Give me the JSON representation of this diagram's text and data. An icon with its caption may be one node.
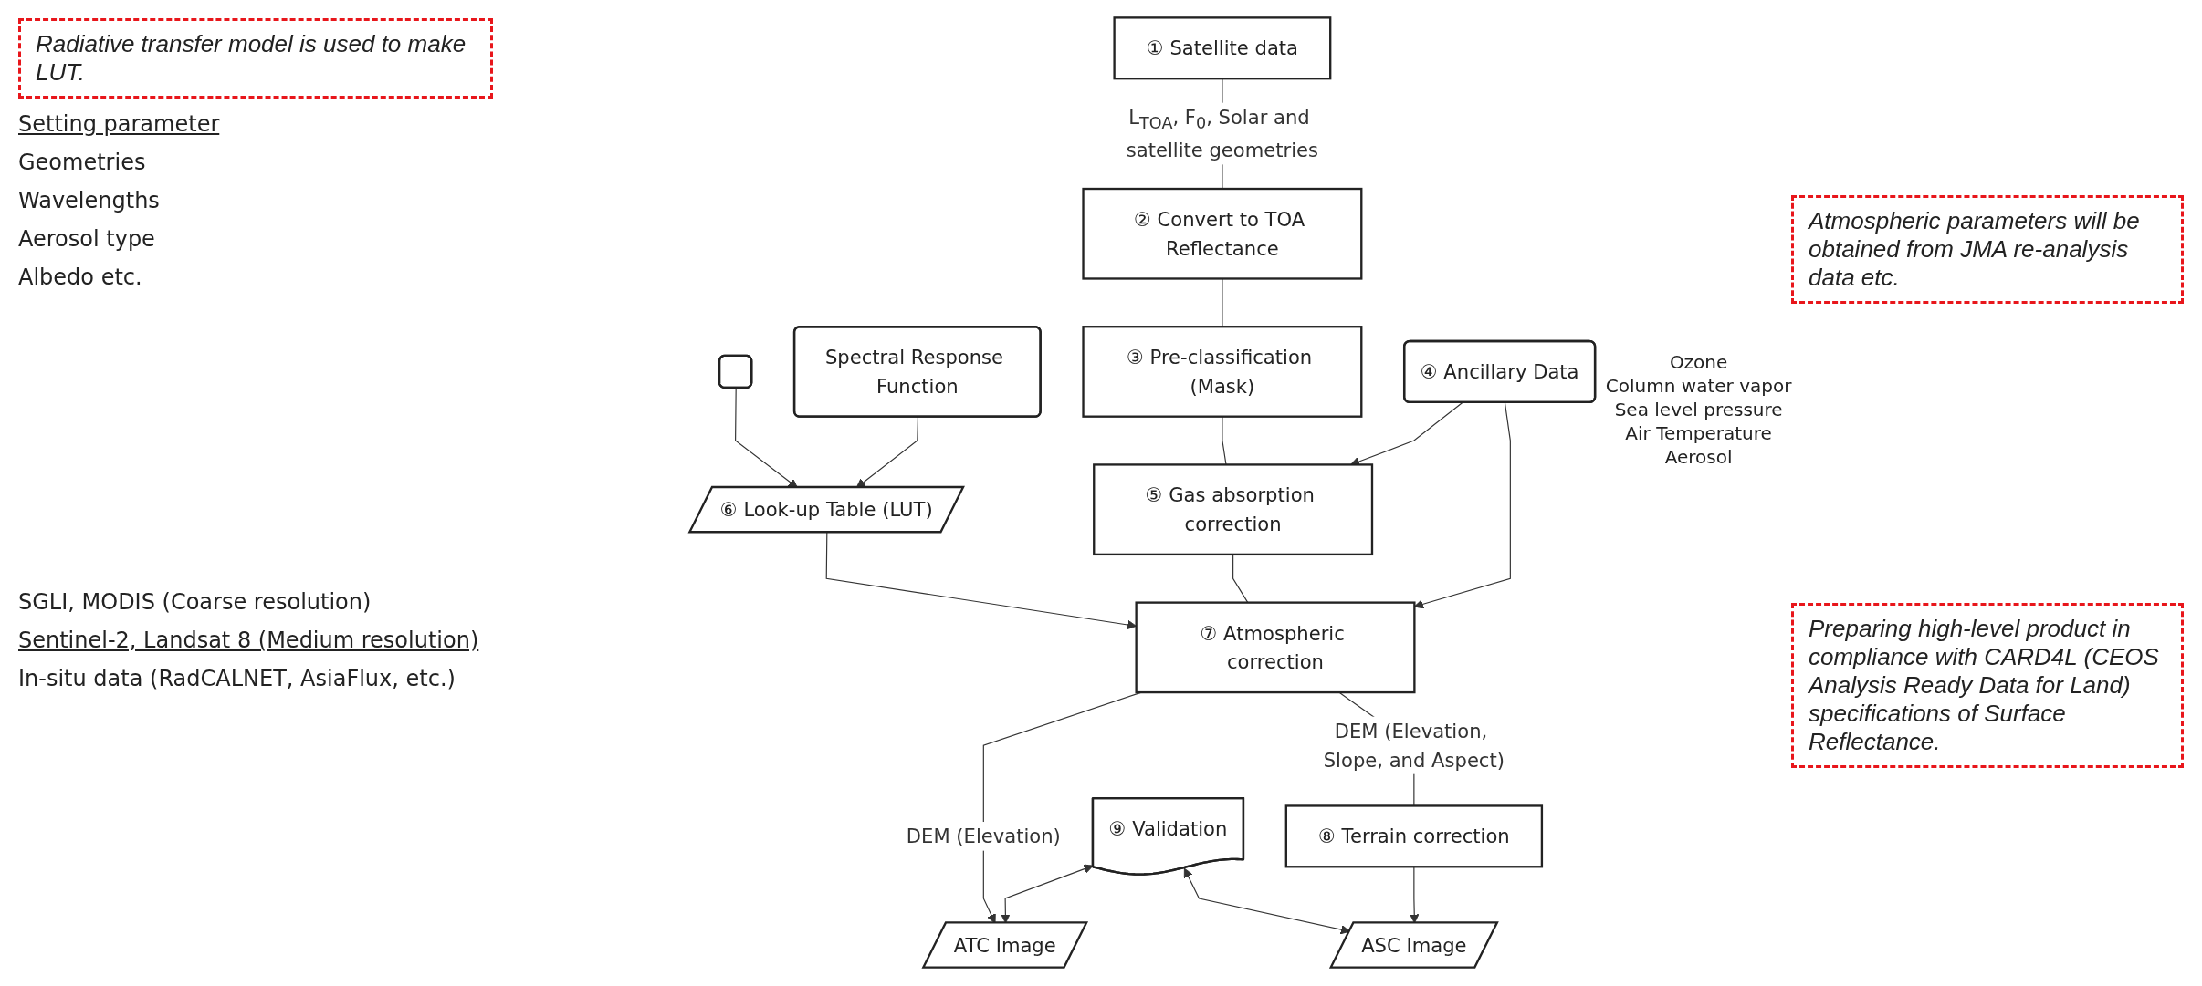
{
  "diagram": {
    "nodes": [
      {
        "text": [
          "① Satellite data"
        ]
      },
      {
        "text": [
          "② Convert to TOA Reflectance"
        ]
      },
      {
        "text": [],
        "shape": "box"
      },
      {
        "text": [
          "Spectral Response Function"
        ]
      },
      {
        "text": [
          "③ Pre-classification (Mask)"
        ]
      },
      {
        "text": [
          "⑥ Look-up Table (LUT)"
        ]
      },
      {
        "text": [
          "④ Ancillary Data"
        ],
        "beside": [
          "Ozone",
          "Column water vapor",
          "Sea level pressure",
          "Air Temperature",
          "Aerosol"
        ]
      },
      {
        "text": [
          "⑤ Gas absorption correction"
        ]
      },
      {
        "text": [
          "⑦ Atmospheric correction"
        ]
      },
      {
        "text": [
          "⑧ Terrain correction"
        ]
      },
      {
        "text": [
          "⑨ Validation"
        ]
      },
      {
        "text": [
          "ATC Image"
        ]
      },
      {
        "text": [
          "ASC Image"
        ]
      }
    ],
    "edges": [
      {
        "from": 0,
        "to": 1,
        "arrow": "none",
        "label": "L$_{TOA}$, F$_{0}$, Solar and satellite geometries"
      },
      {
        "from": 1,
        "to": 4,
        "arrow": "none"
      },
      {
        "from": 2,
        "to": 5,
        "arrow": "to"
      },
      {
        "from": 3,
        "to": 5,
        "arrow": "to"
      },
      {
        "from": 4,
        "to": 7,
        "arrow": "none"
      },
      {
        "from": 6,
        "to": 7,
        "arrow": "to"
      },
      {
        "from": 6,
        "to": 8,
        "arrow": "to"
      },
      {
        "from": 7,
        "to": 8,
        "arrow": "none"
      },
      {
        "from": 5,
        "to": 8,
        "arrow": "to"
      },
      {
        "from": 8,
        "to": 11,
        "arrow": "to",
        "label": "DEM (Elevation)"
      },
      {
        "from": 8,
        "to": 9,
        "arrow": "none",
        "label": "DEM (Elevation, Slope, and Aspect)"
      },
      {
        "from": 9,
        "to": 12,
        "arrow": "to"
      },
      {
        "from": 10,
        "to": 11,
        "arrow": "both"
      },
      {
        "from": 10,
        "to": 12,
        "arrow": "both"
      }
    ],
    "labels": [
      "Radiative transfer model is used to make LUT.",
      "Setting parameter",
      "Geometries",
      "Wavelengths",
      "Aerosol type",
      "Albedo etc.",
      "Atmospheric parameters will be obtained from JMA re-analysis data etc.",
      "SGLI, MODIS (Coarse resolution)",
      "Sentinel-2, Landsat 8 (Medium resolution)",
      "In-situ data (RadCALNET, AsiaFlux, etc.)",
      "Preparing high-level product in compliance with CARD4L (CEOS Analysis Ready Data for Land) specifications of Surface Reflectance."
    ]
  }
}
